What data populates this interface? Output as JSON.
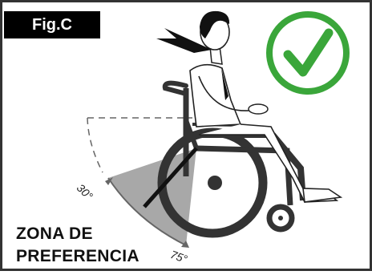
{
  "figure": {
    "tag": "Fig.C",
    "zone_line1": "ZONA DE",
    "zone_line2": "PREFERENCIA",
    "angle_min": "30°",
    "angle_max": "75°"
  },
  "colors": {
    "frame": "#333333",
    "check": "#3aa63a",
    "zone": "#a8a8a8",
    "line": "#111111"
  },
  "icons": [
    "check-circle-icon",
    "wheelchair-user-illustration"
  ]
}
